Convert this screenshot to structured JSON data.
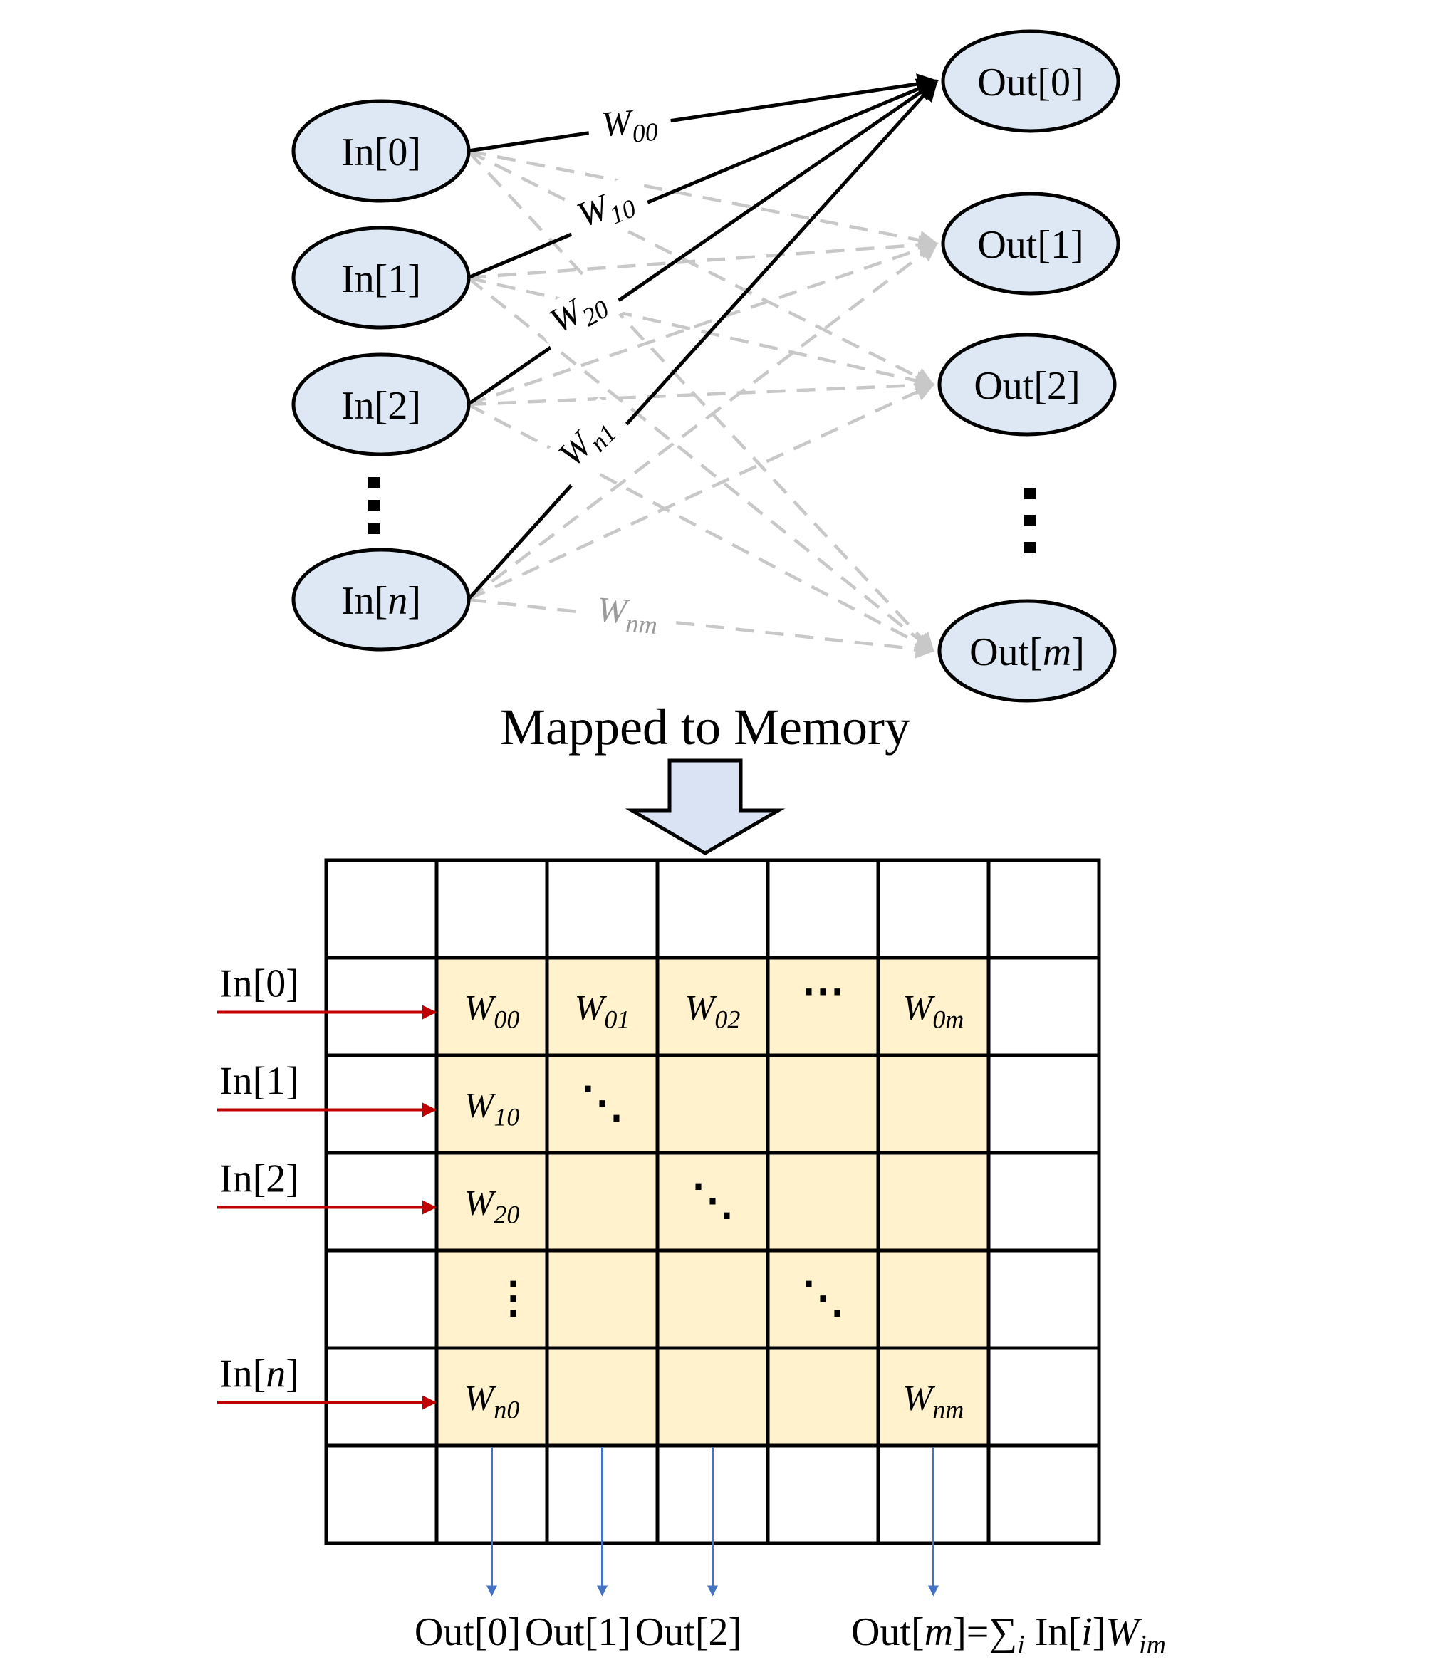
{
  "network": {
    "inputs": [
      {
        "pre": "In[",
        "var": "0",
        "post": "]",
        "italic": false
      },
      {
        "pre": "In[",
        "var": "1",
        "post": "]",
        "italic": false
      },
      {
        "pre": "In[",
        "var": "2",
        "post": "]",
        "italic": false
      },
      {
        "pre": "In[",
        "var": "n",
        "post": "]",
        "italic": true
      }
    ],
    "outputs": [
      {
        "pre": "Out[",
        "var": "0",
        "post": "]",
        "italic": false
      },
      {
        "pre": "Out[",
        "var": "1",
        "post": "]",
        "italic": false
      },
      {
        "pre": "Out[",
        "var": "2",
        "post": "]",
        "italic": false
      },
      {
        "pre": "Out[",
        "var": "m",
        "post": "]",
        "italic": true
      }
    ],
    "weight_labels": [
      {
        "base": "W",
        "sub": "00"
      },
      {
        "base": "W",
        "sub": "10"
      },
      {
        "base": "W",
        "sub": "20"
      },
      {
        "base": "W",
        "sub": "n1"
      },
      {
        "base": "W",
        "sub": "nm"
      }
    ],
    "colors": {
      "node_fill": "#dde8f4",
      "solid_edge": "#000000",
      "dashed_edge": "#c8c8c8",
      "wnm_label": "#9a9a9a"
    }
  },
  "caption": "Mapped to Memory",
  "memory": {
    "rows": 7,
    "cols": 7,
    "highlight_color": "#fff2cc",
    "arrow_in_color": "#c00000",
    "arrow_out_color": "#4472c4",
    "cells": [
      {
        "r": 1,
        "c": 1,
        "base": "W",
        "sub": "00"
      },
      {
        "r": 1,
        "c": 2,
        "base": "W",
        "sub": "01"
      },
      {
        "r": 1,
        "c": 3,
        "base": "W",
        "sub": "02"
      },
      {
        "r": 1,
        "c": 4,
        "text": "⋯"
      },
      {
        "r": 1,
        "c": 5,
        "base": "W",
        "sub": "0m"
      },
      {
        "r": 2,
        "c": 1,
        "base": "W",
        "sub": "10"
      },
      {
        "r": 2,
        "c": 2,
        "text": "⋱"
      },
      {
        "r": 3,
        "c": 1,
        "base": "W",
        "sub": "20"
      },
      {
        "r": 3,
        "c": 3,
        "text": "⋱"
      },
      {
        "r": 4,
        "c": 1,
        "text": "⋮"
      },
      {
        "r": 4,
        "c": 4,
        "text": "⋱"
      },
      {
        "r": 5,
        "c": 1,
        "base": "W",
        "sub": "n0"
      },
      {
        "r": 5,
        "c": 5,
        "base": "W",
        "sub": "nm"
      }
    ],
    "row_inputs": [
      {
        "row": 1,
        "pre": "In[",
        "var": "0",
        "post": "]",
        "italic": false
      },
      {
        "row": 2,
        "pre": "In[",
        "var": "1",
        "post": "]",
        "italic": false
      },
      {
        "row": 3,
        "pre": "In[",
        "var": "2",
        "post": "]",
        "italic": false
      },
      {
        "row": 5,
        "pre": "In[",
        "var": "n",
        "post": "]",
        "italic": true
      }
    ],
    "col_outputs": [
      {
        "col": 1,
        "label": "Out[0]"
      },
      {
        "col": 2,
        "label": "Out[1]"
      },
      {
        "col": 3,
        "label": "Out[2]"
      },
      {
        "col": 5,
        "label": "Out[m]=∑i In[i]Wim",
        "formula": true
      }
    ],
    "formula": {
      "out": "Out[",
      "m": "m",
      "eq": "]=",
      "sum": "∑",
      "sum_sub": "i",
      "in": " In[",
      "i": "i",
      "close": "]",
      "w": "W",
      "w_sub": "im"
    }
  }
}
